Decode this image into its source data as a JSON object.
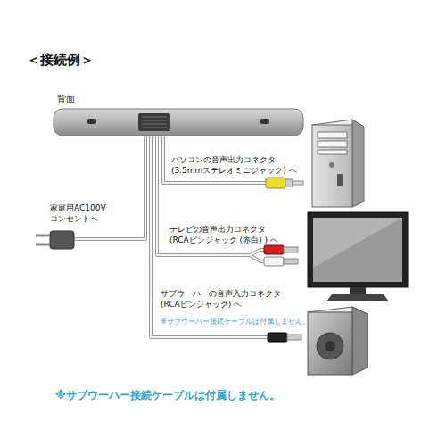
{
  "diagram": {
    "title": "＜接続例＞",
    "labels": [
      "背面",
      "パソコンの音声出力コネクタ (3.5mmステレオミニジャック) へ",
      "家庭用AC100V コンセントへ",
      "テレビの音声出力コネクタ (RCAピンジャック (赤白) ) へ",
      "サブウーハーの音声入力コネクタ (RCAピンジャック) へ",
      "※サブウーハー接続ケーブルは付属しません。",
      "※サブウーハー接続ケーブルは付属しません。"
    ]
  }
}
